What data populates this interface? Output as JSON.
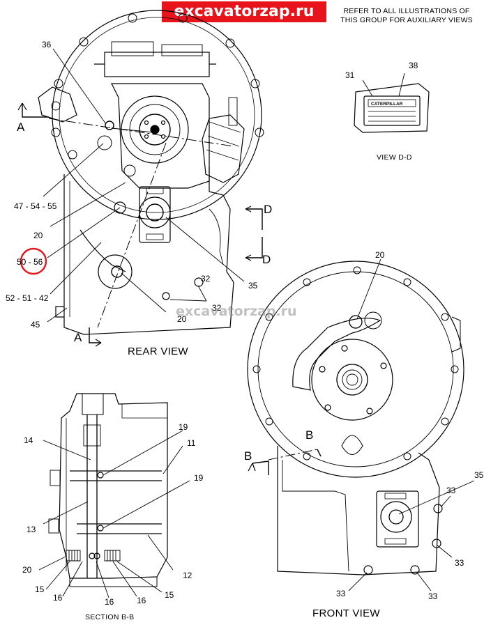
{
  "watermark_top": "excavatorzap.ru",
  "watermark_mid": "excavatorzap.ru",
  "note_line1": "REFER TO ALL ILLUSTRATIONS OF",
  "note_line2": "THIS GROUP FOR AUXILIARY VIEWS",
  "titles": {
    "rear": "REAR VIEW",
    "front": "FRONT VIEW",
    "section": "SECTION B-B",
    "viewdd": "VIEW  D-D"
  },
  "plate_text": "CATERPILLAR",
  "highlight_color": "#e8141b",
  "section_letters": {
    "a": "A",
    "b": "B",
    "d": "D"
  },
  "callouts": {
    "c36": "36",
    "c31": "31",
    "c38": "38",
    "c47_54_55": "47 - 54 - 55",
    "c20_rear_left": "20",
    "c50_56": "50 - 56",
    "c52_51_42": "52 - 51 - 42",
    "c45": "45",
    "c20_rear_bottom": "20",
    "c32_a": "32",
    "c32_b": "32",
    "c35_rear": "35",
    "c20_front": "20",
    "c35_front": "35",
    "c33_a": "33",
    "c33_b": "33",
    "c33_c": "33",
    "c33_d": "33",
    "c14": "14",
    "c19_a": "19",
    "c11": "11",
    "c19_b": "19",
    "c13": "13",
    "c20_sec": "20",
    "c12": "12",
    "c15_a": "15",
    "c16_a": "16",
    "c16_b": "16",
    "c16_c": "16",
    "c15_b": "15"
  }
}
